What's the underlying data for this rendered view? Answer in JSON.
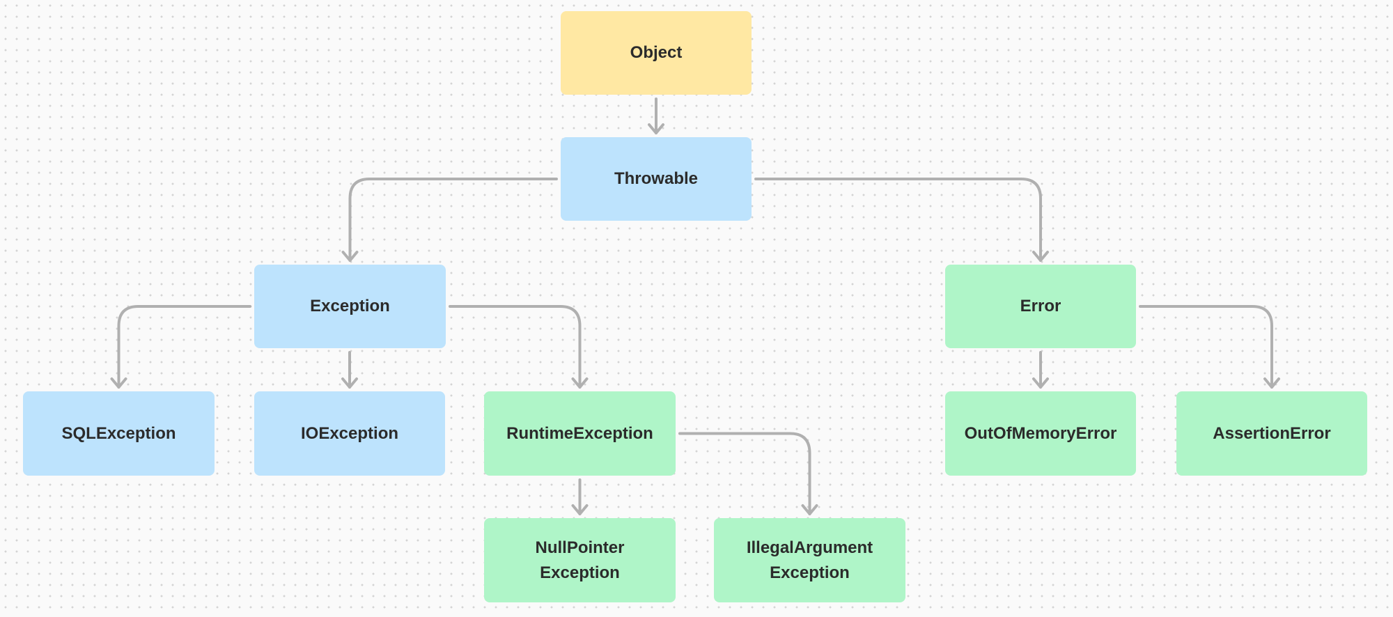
{
  "nodes": {
    "object": {
      "label": "Object",
      "color": "#ffe8a3"
    },
    "throwable": {
      "label": "Throwable",
      "color": "#bde3fd"
    },
    "exception": {
      "label": "Exception",
      "color": "#bde3fd"
    },
    "error": {
      "label": "Error",
      "color": "#aff5c8"
    },
    "sqlexception": {
      "label": "SQLException",
      "color": "#bde3fd"
    },
    "ioexception": {
      "label": "IOException",
      "color": "#bde3fd"
    },
    "runtimeexception": {
      "label": "RuntimeException",
      "color": "#aff5c8"
    },
    "outofmemoryerror": {
      "label": "OutOfMemoryError",
      "color": "#aff5c8"
    },
    "assertionerror": {
      "label": "AssertionError",
      "color": "#aff5c8"
    },
    "nullpointerexception": {
      "label": "NullPointer\nException",
      "color": "#aff5c8"
    },
    "illegalargumentexception": {
      "label": "IllegalArgument\nException",
      "color": "#aff5c8"
    }
  },
  "edges": [
    {
      "from": "object",
      "to": "throwable"
    },
    {
      "from": "throwable",
      "to": "exception"
    },
    {
      "from": "throwable",
      "to": "error"
    },
    {
      "from": "exception",
      "to": "sqlexception"
    },
    {
      "from": "exception",
      "to": "ioexception"
    },
    {
      "from": "exception",
      "to": "runtimeexception"
    },
    {
      "from": "error",
      "to": "outofmemoryerror"
    },
    {
      "from": "error",
      "to": "assertionerror"
    },
    {
      "from": "runtimeexception",
      "to": "nullpointerexception"
    },
    {
      "from": "runtimeexception",
      "to": "illegalargumentexception"
    }
  ],
  "colors": {
    "edge": "#b0b0b0",
    "text": "#2b2b2b",
    "canvas": "#fafafa",
    "dot": "#d4d4d4"
  }
}
